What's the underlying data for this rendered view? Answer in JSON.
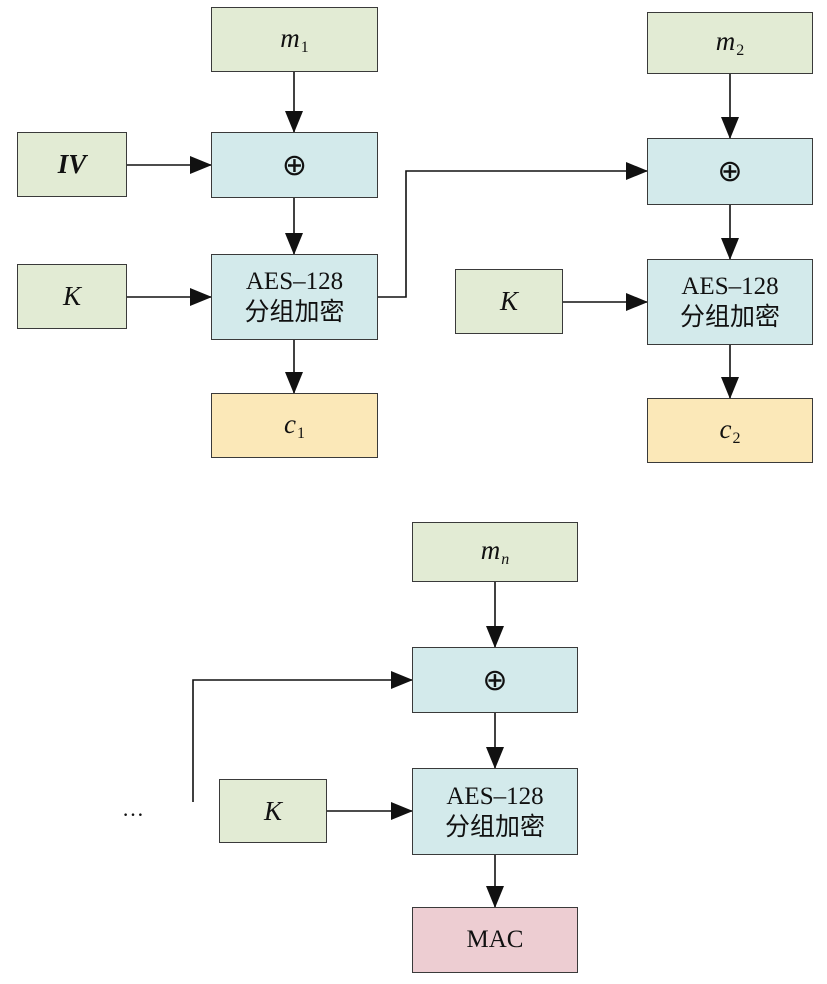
{
  "stage1": {
    "message": "m",
    "message_sub": "1",
    "iv": "IV",
    "xor": "⊕",
    "key": "K",
    "cipher_line1": "AES–128",
    "cipher_line2": "分组加密",
    "output": "c",
    "output_sub": "1"
  },
  "stage2": {
    "message": "m",
    "message_sub": "2",
    "xor": "⊕",
    "key": "K",
    "cipher_line1": "AES–128",
    "cipher_line2": "分组加密",
    "output": "c",
    "output_sub": "2"
  },
  "stage_n": {
    "message": "m",
    "message_sub": "n",
    "xor": "⊕",
    "key": "K",
    "cipher_line1": "AES–128",
    "cipher_line2": "分组加密",
    "output": "MAC"
  },
  "ellipsis": "…",
  "colors": {
    "input_fill": "#e2ebd4",
    "xor_fill": "#d3eaeb",
    "output_fill": "#fbe8b8",
    "mac_fill": "#edcdd2",
    "stroke": "#3a3a3a"
  }
}
